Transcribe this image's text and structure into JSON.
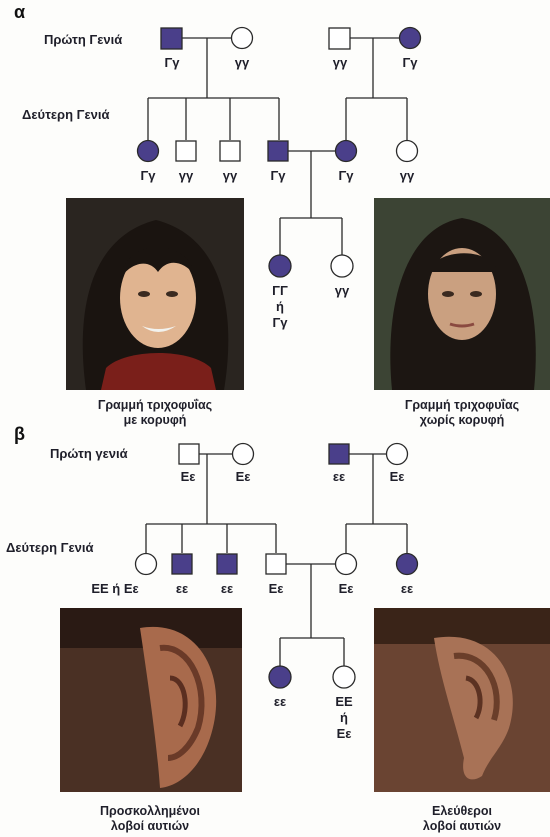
{
  "panel_a": {
    "letter": "α",
    "first_gen_label": "Πρώτη Γενιά",
    "second_gen_label": "Δεύτερη Γενιά",
    "gen1": [
      "Γγ",
      "γγ",
      "γγ",
      "Γγ"
    ],
    "gen2": [
      "Γγ",
      "γγ",
      "γγ",
      "Γγ",
      "Γγ",
      "γγ"
    ],
    "gen3": [
      [
        "ΓΓ",
        "ή",
        "Γγ"
      ],
      [
        "γγ"
      ]
    ],
    "caption_left": [
      "Γραμμή τριχοφυΐας",
      "με κορυφή"
    ],
    "caption_right": [
      "Γραμμή τριχοφυΐας",
      "χωρίς κορυφή"
    ]
  },
  "panel_b": {
    "letter": "β",
    "first_gen_label": "Πρώτη γενιά",
    "second_gen_label": "Δεύτερη Γενιά",
    "gen1": [
      "Εε",
      "Εε",
      "εε",
      "Εε"
    ],
    "gen2": [
      "ΕΕ ή Εε",
      "εε",
      "εε",
      "Εε",
      "Εε",
      "εε"
    ],
    "gen3": [
      [
        "εε"
      ],
      [
        "ΕΕ",
        "ή",
        "Εε"
      ]
    ],
    "caption_left": [
      "Προσκολλημένοι",
      "λοβοί αυτιών"
    ],
    "caption_right": [
      "Ελεύθεροι",
      "λοβοί αυτιών"
    ]
  },
  "colors": {
    "affected": "#4a3f8a",
    "line": "#2a2a2a",
    "text": "#1f1f2a"
  }
}
